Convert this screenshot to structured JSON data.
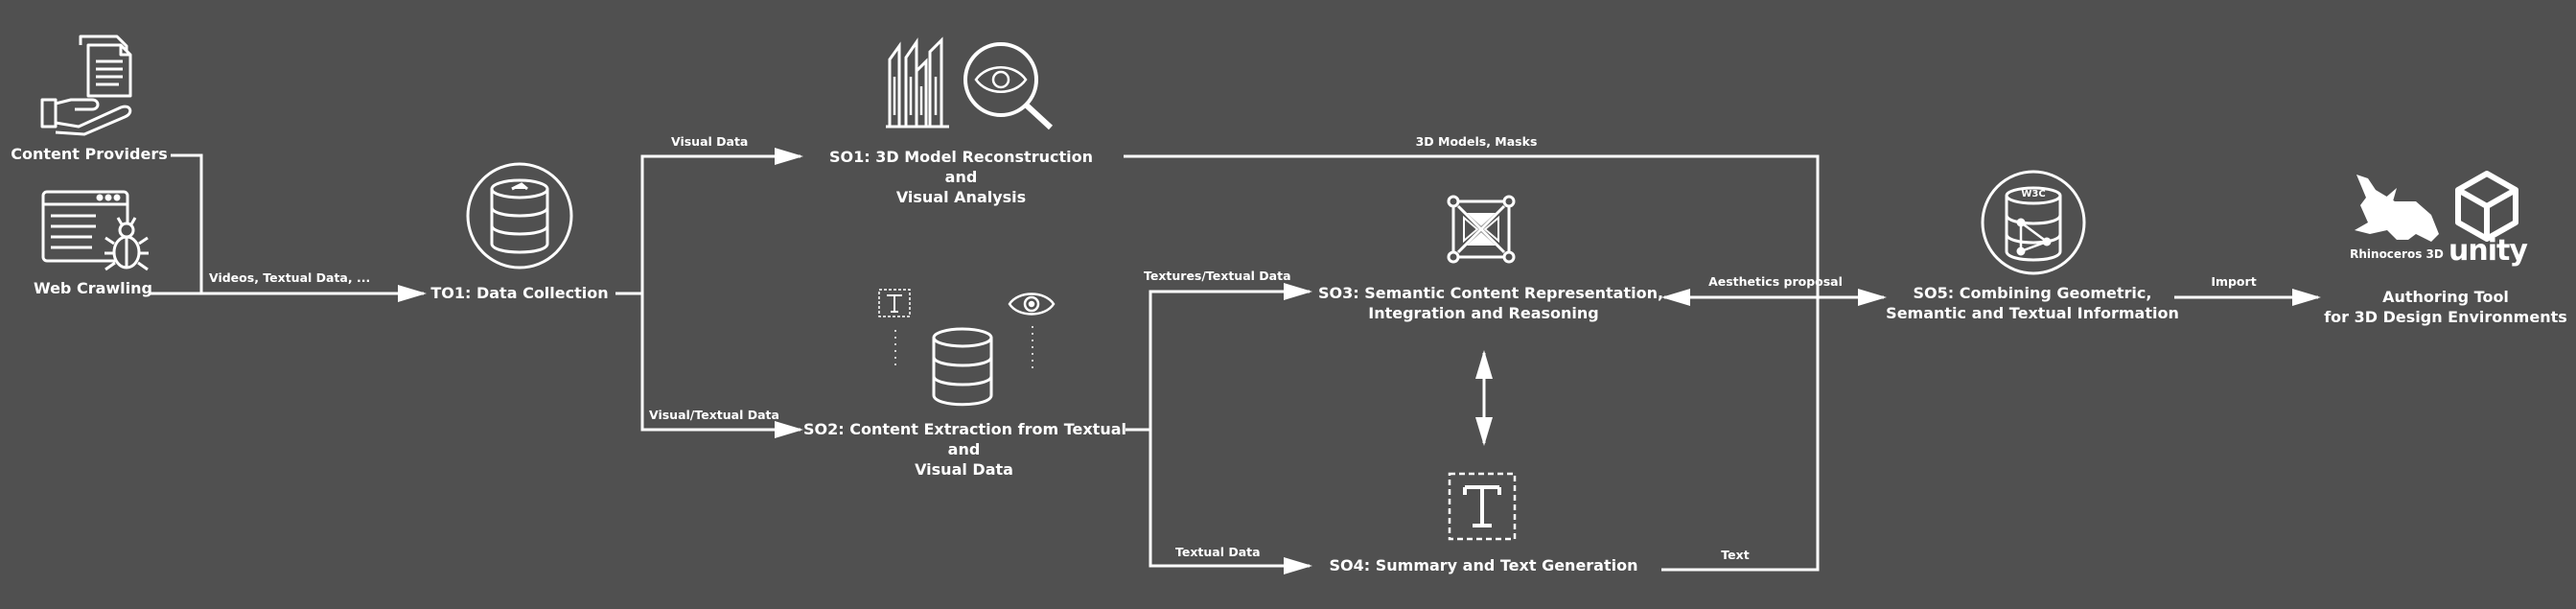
{
  "sources": {
    "content_providers": "Content Providers",
    "web_crawling": "Web Crawling"
  },
  "nodes": {
    "to1": "TO1: Data Collection",
    "so1": [
      "SO1: 3D Model Reconstruction",
      "and",
      "Visual Analysis"
    ],
    "so2": [
      "SO2: Content Extraction from Textual",
      "and",
      "Visual Data"
    ],
    "so3": [
      "SO3: Semantic Content Representation,",
      "Integration and Reasoning"
    ],
    "so4": "SO4: Summary and Text Generation",
    "so5": [
      "SO5: Combining Geometric,",
      "Semantic and Textual Information"
    ],
    "authoring": [
      "Authoring Tool",
      "for 3D Design Environments"
    ]
  },
  "edges": {
    "videos_textual": "Videos, Textual Data, ...",
    "visual_data": "Visual Data",
    "visual_textual": "Visual/Textual Data",
    "models_masks": "3D Models, Masks",
    "textures_textual": "Textures/Textual Data",
    "textual_data": "Textual Data",
    "aesthetics": "Aesthetics proposal",
    "text": "Text",
    "import": "Import"
  },
  "logos": {
    "rhino": "Rhinoceros 3D",
    "unity": "unity",
    "w3c": "W3C"
  },
  "icons": {
    "text_glyph": "T"
  }
}
